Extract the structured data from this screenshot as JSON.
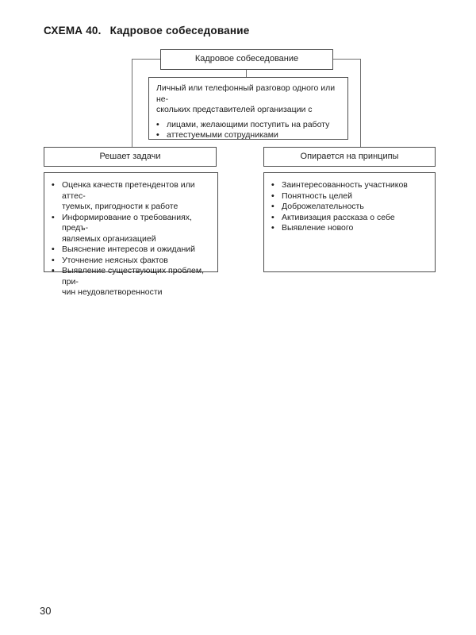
{
  "header": {
    "schema_label": "СХЕМА 40.",
    "schema_title": "Кадровое собеседование"
  },
  "diagram": {
    "root_box": {
      "title": "Кадровое собеседование"
    },
    "description_box": {
      "paragraph": "Личный или телефонный разговор одного или не-\nскольких представителей организации с",
      "bullets": [
        "лицами, желающими поступить на работу",
        "аттестуемыми сотрудниками"
      ]
    },
    "left_branch": {
      "header": "Решает задачи",
      "bullets": [
        "Оценка качеств претендентов или аттес-\nтуемых, пригодности к работе",
        "Информирование о требованиях, предъ-\nявляемых организацией",
        "Выяснение интересов и ожиданий",
        "Уточнение неясных фактов",
        "Выявление существующих проблем, при-\nчин неудовлетворенности"
      ]
    },
    "right_branch": {
      "header": "Опирается на принципы",
      "bullets": [
        "Заинтересованность участников",
        "Понятность целей",
        "Доброжелательность",
        "Активизация рассказа о себе",
        "Выявление нового"
      ]
    },
    "colors": {
      "box_border": "#4d4d4d",
      "connector_line": "#6e6e6e",
      "text": "#1d1d1d",
      "background": "#ffffff"
    }
  },
  "footer": {
    "page_number": "30"
  }
}
